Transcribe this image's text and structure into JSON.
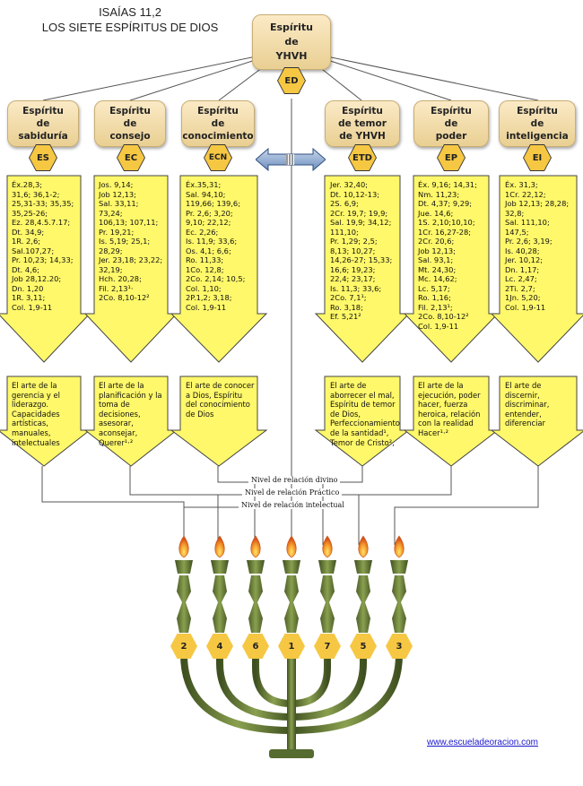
{
  "title": {
    "line1": "ISAÍAS 11,2",
    "line2": "LOS SIETE ESPÍRITUS DE DIOS"
  },
  "top": {
    "line1": "Espíritu",
    "line2": "de",
    "line3": "YHVH",
    "code": "ED"
  },
  "spirits": [
    {
      "name": "Espíritu de sabiduría",
      "l1": "Espíritu",
      "l2": "de",
      "l3": "sabiduría",
      "code": "ES",
      "refs": "Éx.28,3;\n31,6; 36,1-2;\n25,31-33; 35,35;\n35,25-26;\nEz. 28,4.5.7.17;\nDt. 34,9;\n1R. 2,6;\nSal.107,27;\nPr. 10,23; 14,33;\nDt. 4,6;\nJob 28,12.20;\nDn. 1,20\n1R. 3,11;\nCol. 1,9-11",
      "art": "El arte de la gerencia y el liderazgo. Capacidades artísticas, manuales, intelectuales"
    },
    {
      "name": "Espíritu de consejo",
      "l1": "Espíritu",
      "l2": "de",
      "l3": "consejo",
      "code": "EC",
      "refs": "Jos. 9,14;\nJob 12,13;\nSal. 33,11;\n73,24;\n106,13; 107,11;\nPr. 19,21;\nIs. 5,19; 25,1;\n28,29;\nJer. 23,18; 23,22;\n32,19;\nHch. 20,28;\nFil. 2,13¹·\n2Co. 8,10-12²",
      "art": "El arte de la planificación y la toma de decisiones, asesorar, aconsejar, Querer¹·²"
    },
    {
      "name": "Espíritu de conocimiento",
      "l1": "Espíritu",
      "l2": "de",
      "l3": "conocimiento",
      "code": "ECN",
      "refs": "Éx.35,31;\nSal. 94,10;\n119,66; 139,6;\nPr. 2,6; 3,20;\n9,10; 22,12;\nEc. 2,26;\nIs. 11,9; 33,6;\nOs. 4,1; 6,6;\nRo. 11,33;\n1Co. 12,8;\n2Co. 2,14; 10,5;\nCol. 1,10;\n2P.1,2; 3,18;\nCol. 1,9-11",
      "art": "El arte de conocer a Dios, Espíritu del conocimiento de Dios"
    },
    {
      "name": "Espíritu de temor de YHVH",
      "l1": "Espíritu",
      "l2": "de temor",
      "l3": "de YHVH",
      "code": "ETD",
      "refs": "Jer. 32,40;\nDt. 10,12-13;\n2S. 6,9;\n2Cr. 19,7; 19,9;\nSal. 19,9; 34,12;\n111,10;\nPr. 1,29; 2,5;\n8,13; 10,27;\n14,26-27; 15,33;\n16,6; 19,23;\n22,4; 23,17;\nIs. 11,3; 33,6;\n2Co. 7,1¹;\nRo. 3,18;\nEf. 5,21²",
      "art": "El arte de aborrecer el mal, Espíritu de temor de Dios, Perfeccionamiento de la santidad¹, Temor de Cristo²,"
    },
    {
      "name": "Espíritu de poder",
      "l1": "Espíritu",
      "l2": "de",
      "l3": "poder",
      "code": "EP",
      "refs": "Éx. 9,16; 14,31;\nNm. 11,23;\nDt. 4,37; 9,29;\nJue. 14,6;\n1S. 2,10;10,10;\n1Cr. 16,27-28;\n2Cr. 20,6;\nJob 12,13;\nSal. 93,1;\nMt. 24,30;\nMc. 14,62;\nLc. 5,17;\nRo. 1,16;\nFil. 2,13¹;\n2Co. 8,10-12²\nCol. 1,9-11",
      "art": "El arte de la ejecución, poder hacer, fuerza heroica, relación con la realidad Hacer¹·²"
    },
    {
      "name": "Espíritu de inteligencia",
      "l1": "Espíritu",
      "l2": "de",
      "l3": "inteligencia",
      "code": "EI",
      "refs": "Éx. 31,3;\n1Cr. 22,12;\nJob 12,13; 28,28;\n32,8;\nSal. 111,10;\n147,5;\nPr. 2,6; 3,19;\nIs. 40,28;\nJer. 10,12;\nDn. 1,17;\nLc. 2,47;\n2Ti. 2,7;\n1Jn. 5,20;\nCol. 1,9-11",
      "art": "El arte de discernir, discriminar, entender, diferenciar"
    }
  ],
  "levels": {
    "divine": "Nivel de relación divino",
    "practical": "Nivel de relación Práctico",
    "intellectual": "Nivel de relación intelectual"
  },
  "lamps": [
    "2",
    "4",
    "6",
    "1",
    "7",
    "5",
    "3"
  ],
  "colors": {
    "yellow": "#fff86a",
    "hex": "#f6c743",
    "menorah": "#556b2f",
    "flame": "#e8761a",
    "box": "#f3dba6",
    "link": "#1a16c9"
  },
  "icons": {
    "arrows": "double-headed-arrow-icon",
    "flame": "flame-icon",
    "menorah": "menorah-icon"
  },
  "website": "www.escueladeoracion.com"
}
